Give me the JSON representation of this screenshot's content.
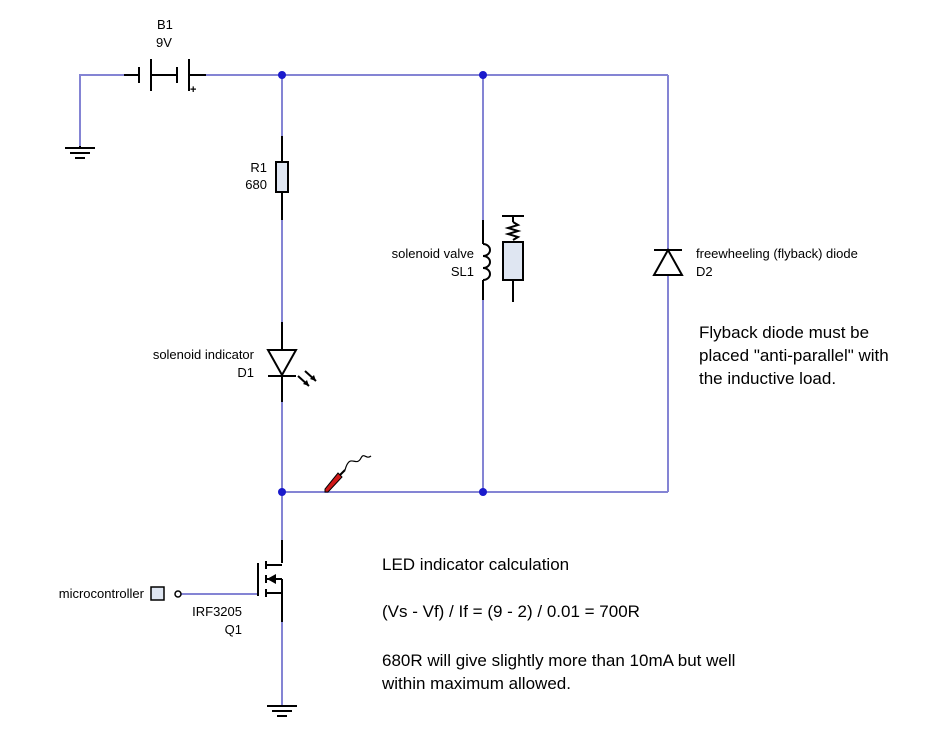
{
  "components": {
    "battery": {
      "ref": "B1",
      "value": "9V",
      "plus": "+"
    },
    "resistor": {
      "ref": "R1",
      "value": "680"
    },
    "led": {
      "name": "solenoid indicator",
      "ref": "D1"
    },
    "solenoid": {
      "name": "solenoid valve",
      "ref": "SL1"
    },
    "diode": {
      "name": "freewheeling (flyback) diode",
      "ref": "D2"
    },
    "mosfet": {
      "part": "IRF3205",
      "ref": "Q1"
    },
    "input": {
      "name": "microcontroller"
    }
  },
  "notes": {
    "flyback": [
      "Flyback diode must be",
      "placed \"anti-parallel\" with",
      "the inductive load."
    ],
    "calc_title": "LED indicator calculation",
    "calc_formula": "(Vs - Vf) / If = (9 - 2) / 0.01 = 700R",
    "calc_result": [
      "680R will give slightly more than 10mA but well",
      "within maximum allowed."
    ]
  },
  "colors": {
    "wire": "#8484d4",
    "node": "#1a1acc",
    "resistor_fill": "#dfe6f2",
    "probe_tip": "#d01818"
  }
}
